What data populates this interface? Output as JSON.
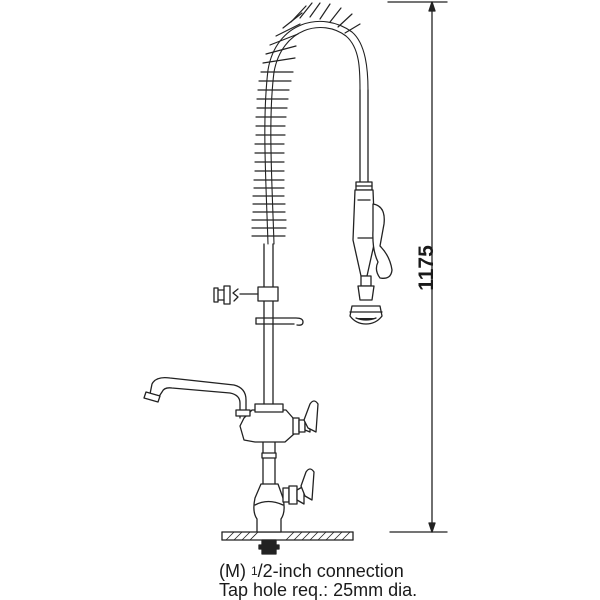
{
  "dimension": {
    "height_label": "1175"
  },
  "caption": {
    "line1_prefix": "(M) ",
    "line1_sup": "1",
    "line1_suffix": "/2-inch connection",
    "line2": "Tap hole req.: 25mm dia."
  }
}
